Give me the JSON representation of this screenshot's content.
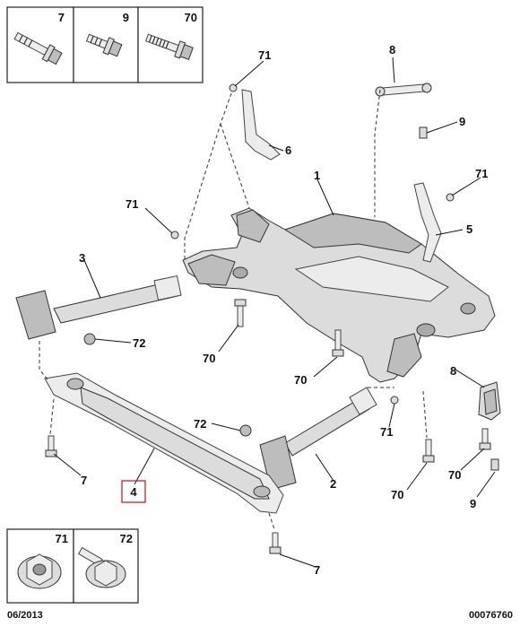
{
  "legend_top": [
    {
      "ref": "7",
      "icon": "long-bolt-icon"
    },
    {
      "ref": "9",
      "icon": "short-bolt-icon"
    },
    {
      "ref": "70",
      "icon": "threaded-bolt-icon"
    }
  ],
  "legend_bottom": [
    {
      "ref": "71",
      "icon": "flange-nut-icon"
    },
    {
      "ref": "72",
      "icon": "flange-screw-icon"
    }
  ],
  "callouts": {
    "c1": "1",
    "c2": "2",
    "c3": "3",
    "c4": "4",
    "c5": "5",
    "c6": "6",
    "c7a": "7",
    "c7b": "7",
    "c8a": "8",
    "c8b": "8",
    "c9a": "9",
    "c9b": "9",
    "c70a": "70",
    "c70b": "70",
    "c70c": "70",
    "c70d": "70",
    "c71a": "71",
    "c71b": "71",
    "c71c": "71",
    "c71d": "71",
    "c72a": "72",
    "c72b": "72"
  },
  "footer": {
    "date": "06/2013",
    "reference": "00076760"
  },
  "colors": {
    "highlight": "#c8202a",
    "part_fill": "#dcdcdc",
    "outline": "#333333"
  }
}
